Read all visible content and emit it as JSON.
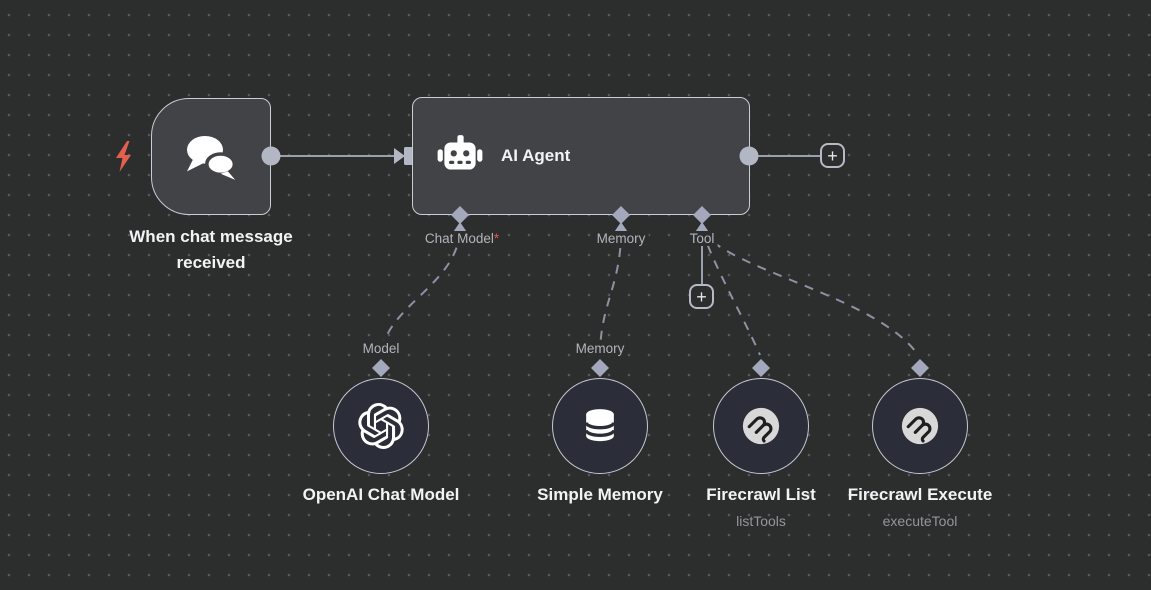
{
  "canvas": {
    "background": "#2c2d2d",
    "grid_dot_color": "#55575c"
  },
  "trigger": {
    "title": "When chat message received",
    "icon": "chat-bubbles-icon",
    "badge_icon": "lightning-trigger-icon"
  },
  "agent": {
    "title": "AI Agent",
    "icon": "robot-icon",
    "required_marker": "*",
    "ports": [
      {
        "label": "Chat Model",
        "required": true
      },
      {
        "label": "Memory",
        "required": false
      },
      {
        "label": "Tool",
        "required": false
      }
    ]
  },
  "buttons": {
    "add_next": "+",
    "add_tool": "+"
  },
  "subnodes": [
    {
      "title": "OpenAI Chat Model",
      "subtitle": "",
      "port_label": "Model",
      "icon": "openai-icon"
    },
    {
      "title": "Simple Memory",
      "subtitle": "",
      "port_label": "Memory",
      "icon": "database-icon"
    },
    {
      "title": "Firecrawl List",
      "subtitle": "listTools",
      "port_label": "",
      "icon": "mcp-squiggle-icon"
    },
    {
      "title": "Firecrawl Execute",
      "subtitle": "executeTool",
      "port_label": "",
      "icon": "mcp-squiggle-icon"
    }
  ],
  "colors": {
    "node_background": "#414347",
    "circle_node_background": "#2b2d38",
    "node_border": "#c8cdd7",
    "wire": "#9ba0ae",
    "dashed_wire": "#8d92a2",
    "connector": "#b3b7c3",
    "diamond_port": "#a4a8bc",
    "required_asterisk": "#e4574e",
    "trigger_bolt": "#e4604e",
    "title_text": "#f2f3f5",
    "label_text": "#b2b5bd"
  }
}
